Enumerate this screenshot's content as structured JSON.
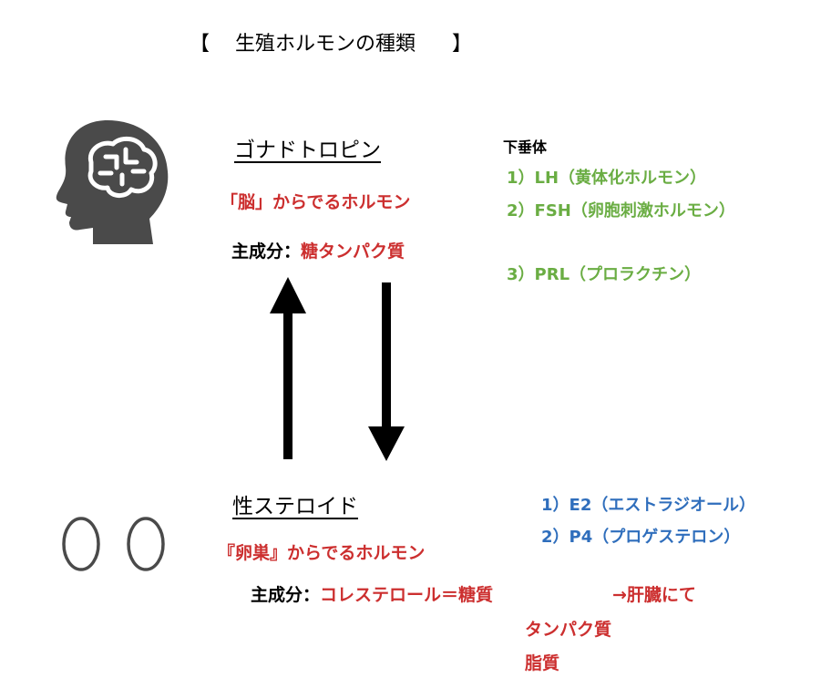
{
  "title": {
    "open_bracket": "【",
    "text": "生殖ホルモンの種類",
    "close_bracket": "】"
  },
  "gonadotropin": {
    "heading": "ゴナドトロピン",
    "origin": "「脳」からでるホルモン",
    "component_label": "主成分：",
    "component_value": "糖タンパク質"
  },
  "pituitary": {
    "label": "下垂体",
    "items": [
      "1）LH（黄体化ホルモン）",
      "2）FSH（卵胞刺激ホルモン）",
      "3）PRL（プロラクチン）"
    ]
  },
  "steroid": {
    "heading": "性ステロイド",
    "origin": "『卵巣』からでるホルモン",
    "component_label": "主成分：",
    "component_value": "コレステロール＝糖質",
    "liver_note": "→肝臓にて",
    "component_line2": "タンパク質",
    "component_line3": "脂質",
    "items": [
      "1）E2（エストラジオール）",
      "2）P4（プロゲステロン）"
    ]
  },
  "colors": {
    "red": "#cc2f2f",
    "green": "#6aad43",
    "blue": "#2f6ebc",
    "icon_gray": "#4a4a4a"
  },
  "icons": [
    "head-brain-icon",
    "ovary-icon",
    "up-arrow",
    "down-arrow"
  ]
}
